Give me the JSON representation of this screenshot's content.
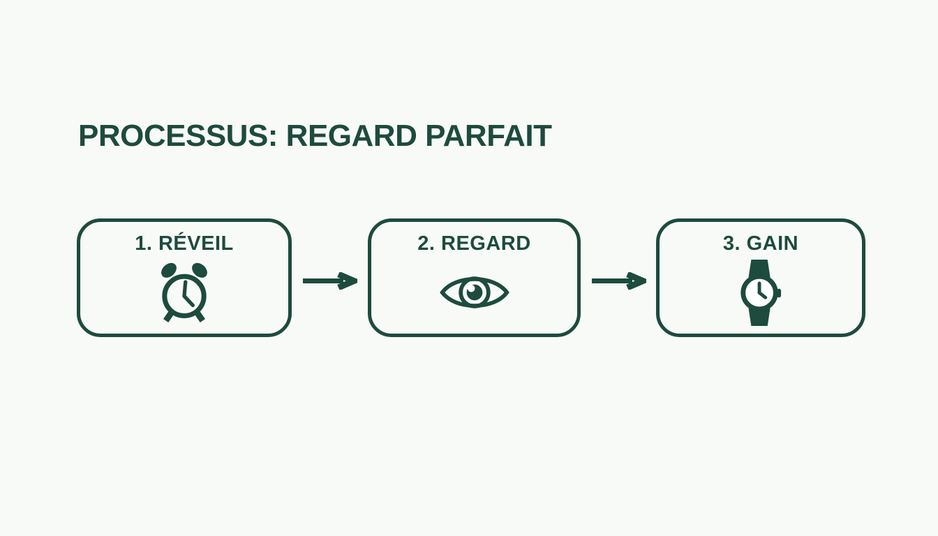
{
  "colors": {
    "accent": "#1d4b3e",
    "background": "#f8faf8"
  },
  "header": {
    "title": "PROCESSUS: REGARD PARFAIT"
  },
  "process": {
    "steps": [
      {
        "label": "1. RÉVEIL",
        "icon": "alarm-clock-icon"
      },
      {
        "label": "2. REGARD",
        "icon": "eye-icon"
      },
      {
        "label": "3. GAIN",
        "icon": "wristwatch-icon"
      }
    ],
    "connectors": [
      {
        "from": "1. RÉVEIL",
        "to": "2. REGARD",
        "glyph": "→"
      },
      {
        "from": "2. REGARD",
        "to": "3. GAIN",
        "glyph": "→"
      }
    ]
  }
}
